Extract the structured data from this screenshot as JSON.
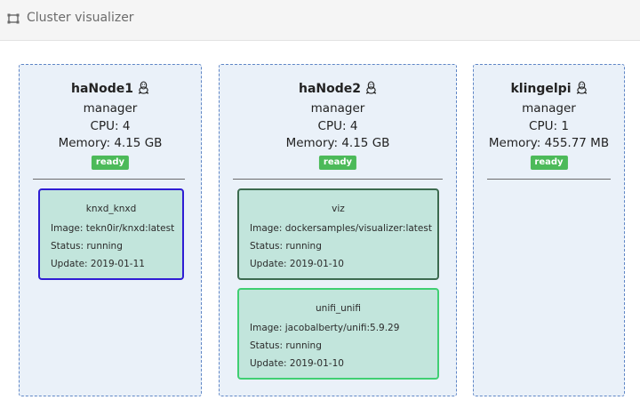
{
  "header": {
    "title": "Cluster visualizer",
    "icon": "cluster-icon"
  },
  "labels": {
    "image": "Image: ",
    "status": "Status: ",
    "update": "Update: "
  },
  "nodes": [
    {
      "name": "haNode1",
      "os_icon": "linux-penguin-icon",
      "role": "manager",
      "cpu": "CPU: 4",
      "memory": "Memory: 4.15 GB",
      "state": "ready",
      "tasks": [
        {
          "name": "knxd_knxd",
          "image": "tekn0ir/knxd:latest",
          "status": "running",
          "update": "2019-01-11",
          "border": "#2f1dd4"
        }
      ]
    },
    {
      "name": "haNode2",
      "os_icon": "linux-penguin-icon",
      "role": "manager",
      "cpu": "CPU: 4",
      "memory": "Memory: 4.15 GB",
      "state": "ready",
      "tasks": [
        {
          "name": "viz",
          "image": "dockersamples/visualizer:latest",
          "status": "running",
          "update": "2019-01-10",
          "border": "#3c6a4f"
        },
        {
          "name": "unifi_unifi",
          "image": "jacobalberty/unifi:5.9.29",
          "status": "running",
          "update": "2019-01-10",
          "border": "#3fcf72"
        }
      ]
    },
    {
      "name": "klingelpi",
      "os_icon": "linux-penguin-icon",
      "role": "manager",
      "cpu": "CPU: 1",
      "memory": "Memory: 455.77 MB",
      "state": "ready",
      "tasks": []
    }
  ]
}
